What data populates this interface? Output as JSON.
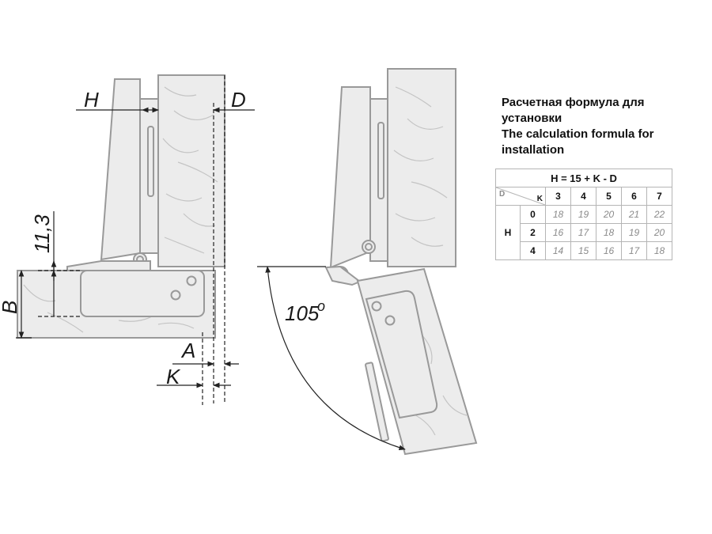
{
  "labels": {
    "H": "H",
    "D": "D",
    "dim_11_3": "11,3",
    "B": "B",
    "A": "A",
    "K": "K",
    "angle": "105",
    "angle_deg": "o"
  },
  "formula": {
    "title_ru_1": "Расчетная формула для",
    "title_ru_2": "установки",
    "title_en_1": "The calculation formula for",
    "title_en_2": "installation",
    "equation": "H = 15 + K - D",
    "col_header_d": "D",
    "col_header_k": "K",
    "row_header_h": "H",
    "k_values": [
      "3",
      "4",
      "5",
      "6",
      "7"
    ],
    "rows": [
      {
        "d": "0",
        "values": [
          "18",
          "19",
          "20",
          "21",
          "22"
        ]
      },
      {
        "d": "2",
        "values": [
          "16",
          "17",
          "18",
          "19",
          "20"
        ]
      },
      {
        "d": "4",
        "values": [
          "14",
          "15",
          "16",
          "17",
          "18"
        ]
      }
    ]
  }
}
